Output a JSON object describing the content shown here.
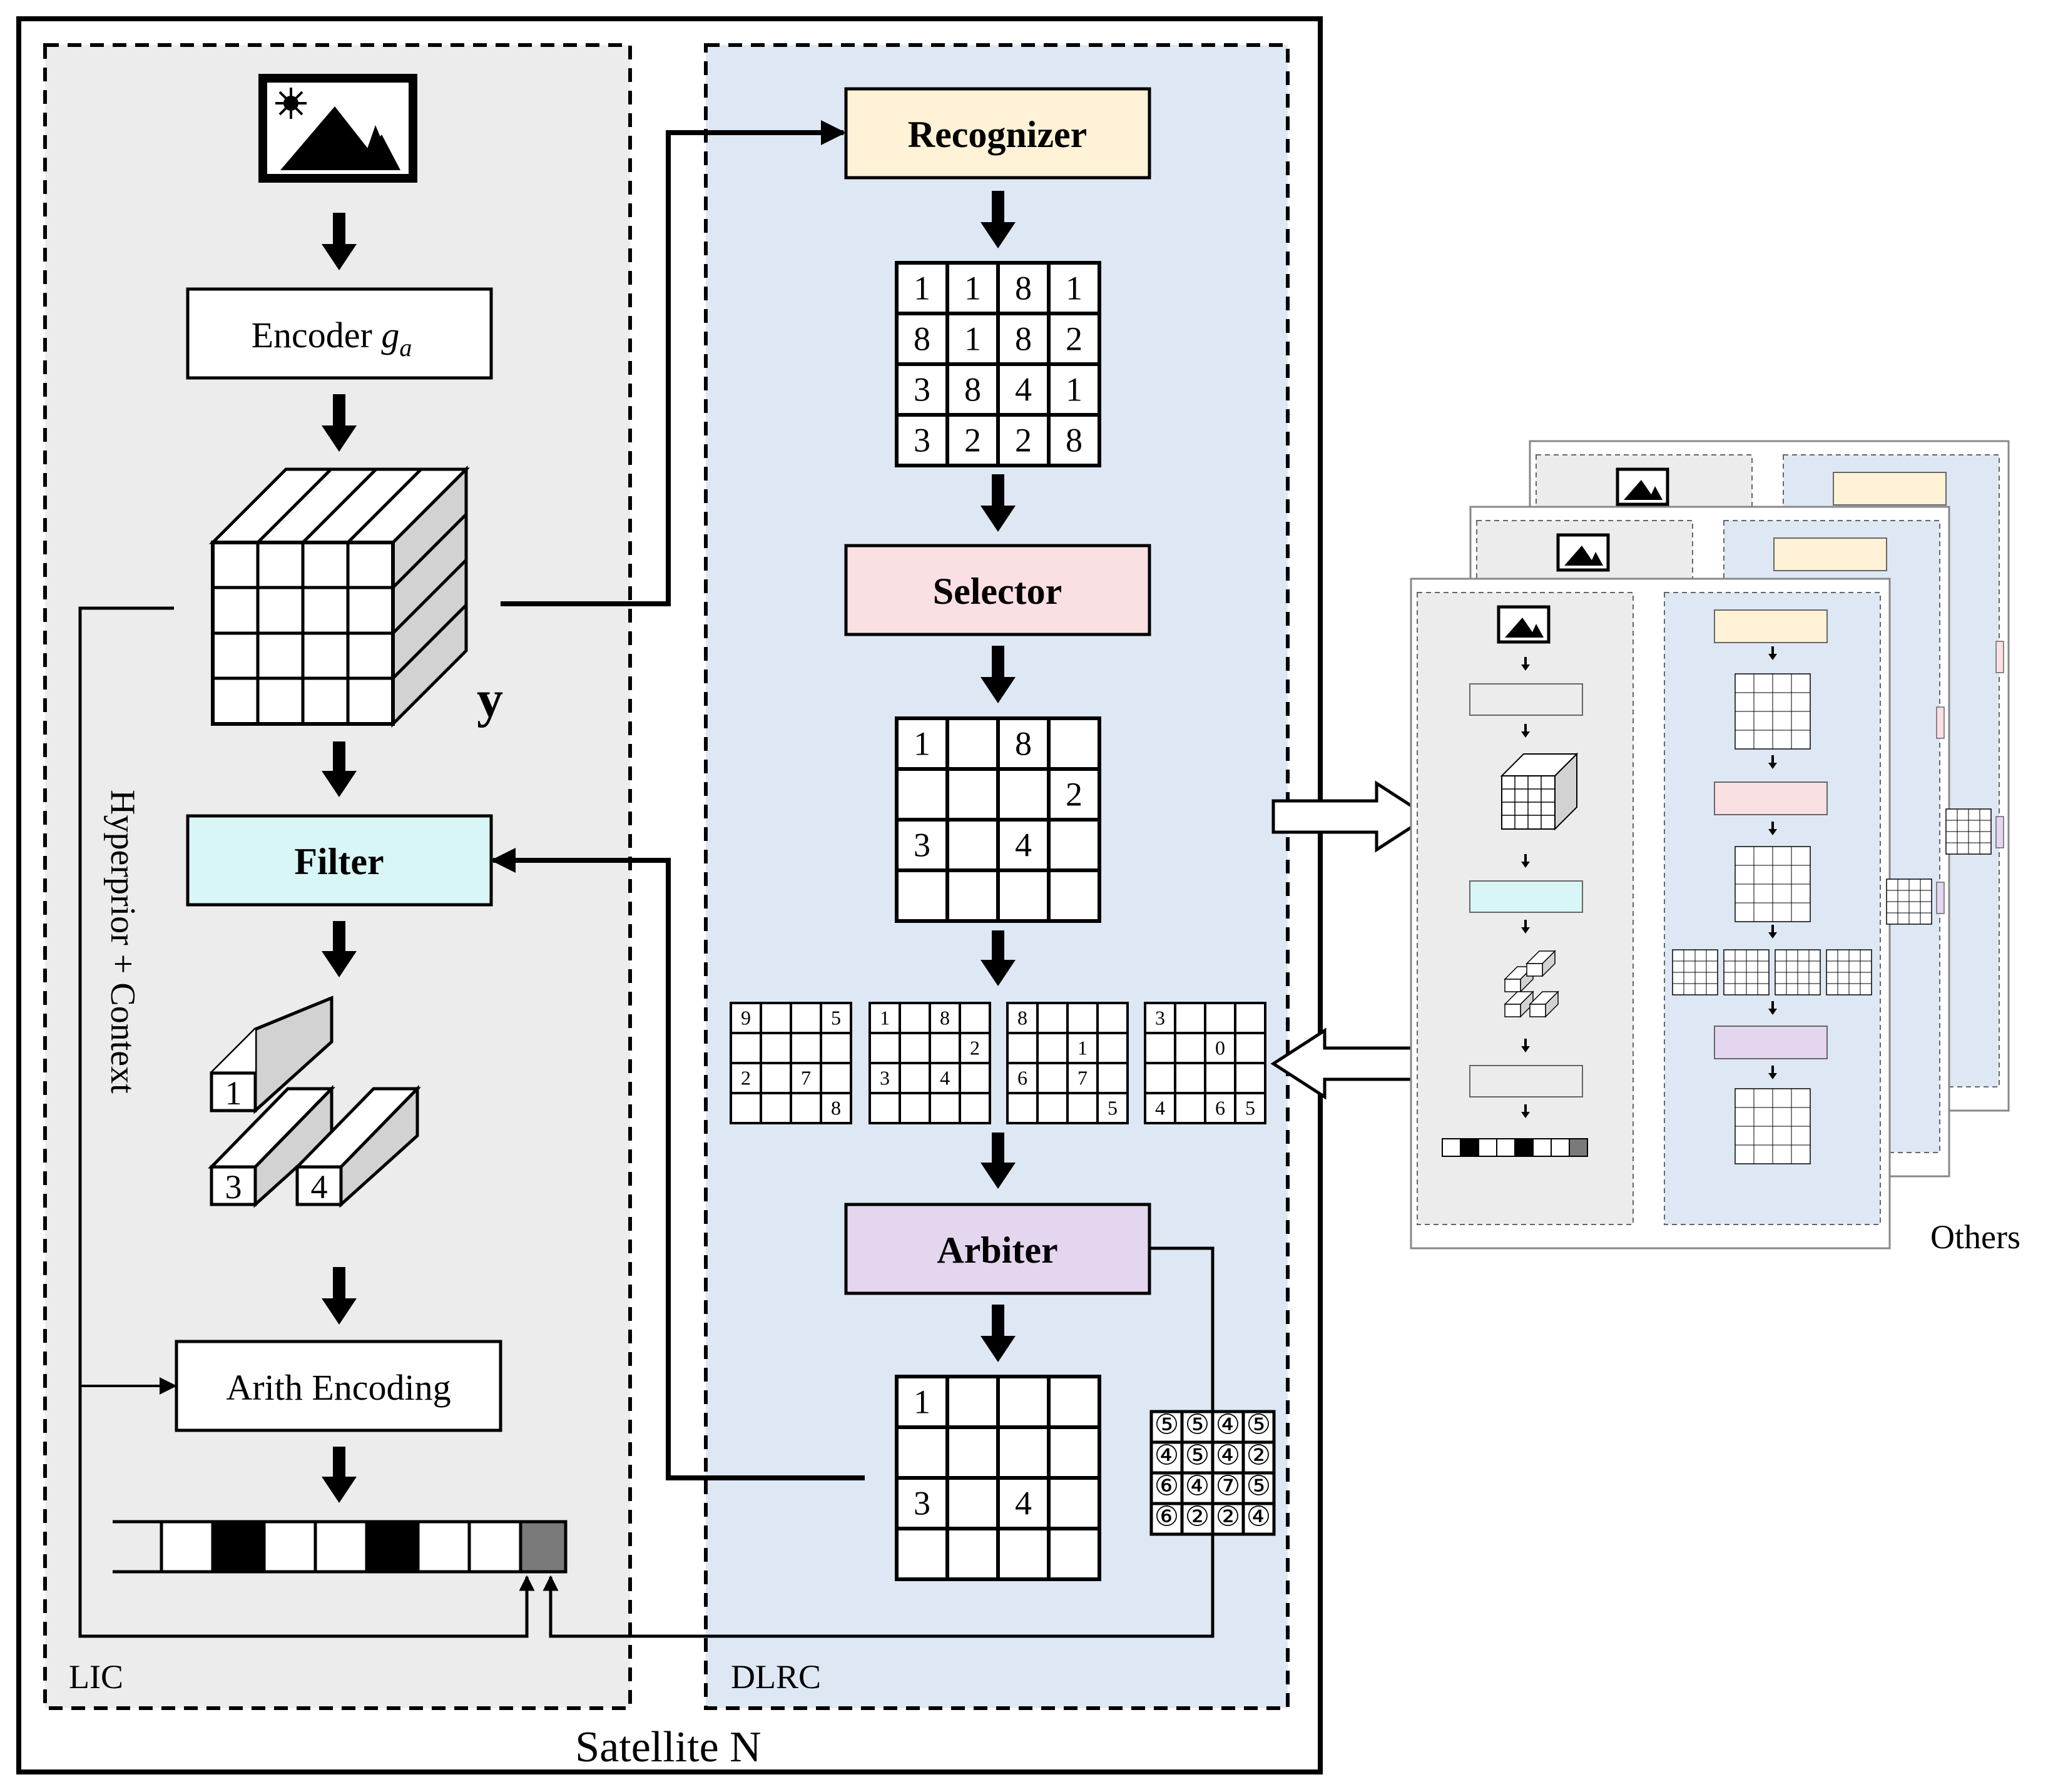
{
  "satellite": {
    "label": "Satellite N"
  },
  "lic": {
    "label": "LIC",
    "encoder": {
      "label": "Encoder ",
      "symbol": "g",
      "subscript": "a"
    },
    "latent_label": "y",
    "side_label": "Hyperprior + Context",
    "filter": {
      "label": "Filter"
    },
    "filtered_blocks": [
      "1",
      "3",
      "4"
    ],
    "arith": {
      "label": "Arith Encoding"
    }
  },
  "dlrc": {
    "label": "DLRC",
    "recognizer": {
      "label": "Recognizer"
    },
    "recognition_grid": [
      [
        "1",
        "1",
        "8",
        "1"
      ],
      [
        "8",
        "1",
        "8",
        "2"
      ],
      [
        "3",
        "8",
        "4",
        "1"
      ],
      [
        "3",
        "2",
        "2",
        "8"
      ]
    ],
    "selector": {
      "label": "Selector"
    },
    "selection_grid": [
      [
        "1",
        "",
        "8",
        ""
      ],
      [
        "",
        "",
        "",
        "2"
      ],
      [
        "3",
        "",
        "4",
        ""
      ],
      [
        "",
        "",
        "",
        ""
      ]
    ],
    "others_grids": [
      [
        [
          "9",
          "",
          "",
          "5"
        ],
        [
          "",
          "",
          "",
          ""
        ],
        [
          "2",
          "",
          "7",
          ""
        ],
        [
          "",
          "",
          "",
          "8"
        ]
      ],
      [
        [
          "1",
          "",
          "8",
          ""
        ],
        [
          "",
          "",
          "",
          "2"
        ],
        [
          "3",
          "",
          "4",
          ""
        ],
        [
          "",
          "",
          "",
          ""
        ]
      ],
      [
        [
          "8",
          "",
          "",
          ""
        ],
        [
          "",
          "",
          "1",
          ""
        ],
        [
          "6",
          "",
          "7",
          ""
        ],
        [
          "",
          "",
          "",
          "5"
        ]
      ],
      [
        [
          "3",
          "",
          "",
          ""
        ],
        [
          "",
          "",
          "0",
          ""
        ],
        [
          "",
          "",
          "",
          ""
        ],
        [
          "4",
          "",
          "6",
          "5"
        ]
      ]
    ],
    "arbiter": {
      "label": "Arbiter"
    },
    "final_grid": [
      [
        "1",
        "",
        "",
        ""
      ],
      [
        "",
        "",
        "",
        ""
      ],
      [
        "3",
        "",
        "4",
        ""
      ],
      [
        "",
        "",
        "",
        ""
      ]
    ],
    "count_grid": [
      [
        "⑤",
        "⑤",
        "④",
        "⑤"
      ],
      [
        "④",
        "⑤",
        "④",
        "②"
      ],
      [
        "⑥",
        "④",
        "⑦",
        "⑤"
      ],
      [
        "⑥",
        "②",
        "②",
        "④"
      ]
    ]
  },
  "others": {
    "label": "Others"
  },
  "colors": {
    "lic_bg": "#ececec",
    "dlrc_bg": "#dee8f4",
    "recognizer": "#fff2d6",
    "selector": "#fadfe3",
    "filter": "#d8f6f6",
    "arbiter": "#e4d6ef",
    "cube_side": "#d2d2d2",
    "dark_cell": "#000000",
    "gray_cell": "#7a7a7a"
  }
}
